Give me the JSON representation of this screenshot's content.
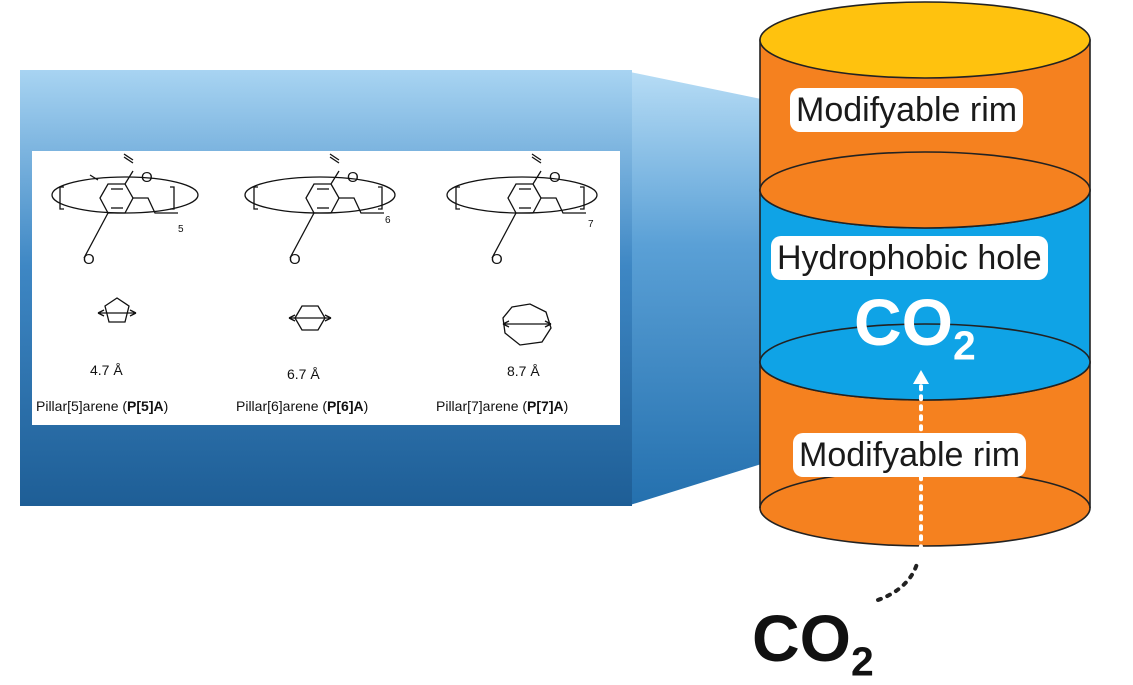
{
  "colors": {
    "rim_orange": "#F5811F",
    "rim_top_yellow": "#FFC20E",
    "hole_blue": "#0FA3E6",
    "panel_blue_dark": "#1E5E96",
    "panel_blue_light": "#A8D4F2"
  },
  "cylinder": {
    "top_label": "Modifyable rim",
    "middle_label": "Hydrophobic hole",
    "bottom_label": "Modifyable rim",
    "inner_molecule": "CO",
    "inner_subscript": "2"
  },
  "outer_molecule": {
    "text": "CO",
    "subscript": "2"
  },
  "structures": [
    {
      "distance": "4.7 Å",
      "caption_prefix": "Pillar[5]arene (",
      "caption_bold": "P[5]A",
      "caption_suffix": ")",
      "repeat": "5"
    },
    {
      "distance": "6.7 Å",
      "caption_prefix": "Pillar[6]arene (",
      "caption_bold": "P[6]A",
      "caption_suffix": ")",
      "repeat": "6"
    },
    {
      "distance": "8.7 Å",
      "caption_prefix": "Pillar[7]arene (",
      "caption_bold": "P[7]A",
      "caption_suffix": ")",
      "repeat": "7"
    }
  ]
}
